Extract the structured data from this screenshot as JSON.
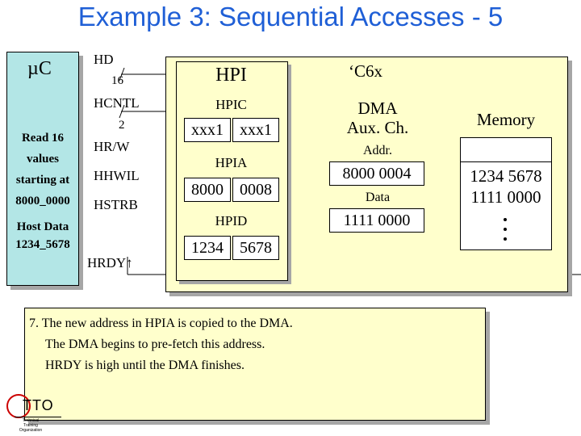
{
  "title": "Example 3: Sequential Accesses - 5",
  "uc": {
    "label": "µC",
    "lines": [
      "Read 16",
      "values",
      "starting at",
      "8000_0000",
      "",
      "Host Data",
      "1234_5678"
    ]
  },
  "signals": {
    "hd": "HD",
    "hd_width": "16",
    "hcntl": "HCNTL",
    "hcntl_width": "2",
    "hrw": "HR/W",
    "hhwil": "HHWIL",
    "hstrb": "HSTRB",
    "hrdy": "HRDY↑"
  },
  "c6x_label": "‘C6x",
  "hpi": {
    "title": "HPI",
    "hpic_label": "HPIC",
    "hpic_values": [
      "xxx1",
      "xxx1"
    ],
    "hpia_label": "HPIA",
    "hpia_values": [
      "8000",
      "0008"
    ],
    "hpid_label": "HPID",
    "hpid_values": [
      "1234",
      "5678"
    ]
  },
  "dma": {
    "title_lines": [
      "DMA",
      "Aux. Ch."
    ],
    "addr_label": "Addr.",
    "addr_value": "8000 0004",
    "data_label": "Data",
    "data_value": "1111 0000"
  },
  "memory": {
    "title": "Memory",
    "rows": [
      "1234 5678",
      "1111 0000"
    ]
  },
  "note_lines": [
    "7. The new address in HPIA is copied to the DMA.",
    "The DMA begins to pre-fetch this address.",
    "HRDY is high until the DMA finishes."
  ],
  "logo": {
    "text": "TTO",
    "caption_lines": [
      "Technical",
      "Training",
      "Organization"
    ]
  },
  "colors": {
    "title": "#1f5fd6",
    "panel": "#ffffcc",
    "uc_panel": "#b3e6e6",
    "shadow": "#a6a6a6",
    "logo_ring": "#cc0000"
  }
}
